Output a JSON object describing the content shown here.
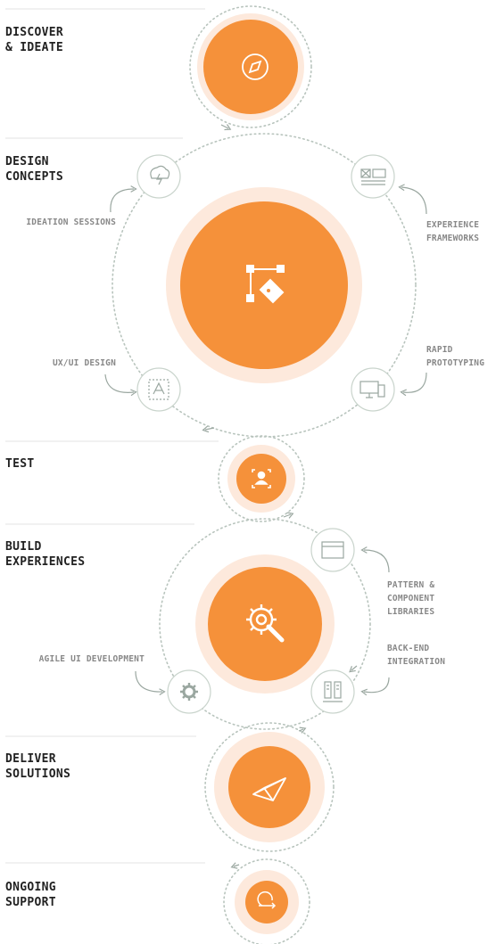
{
  "colors": {
    "accent": "#f5913a",
    "halo": "#fde7d8",
    "ring": "#c9d4cc",
    "icon_stroke": "#9aa7a0",
    "text": "#222222",
    "muted": "#888888"
  },
  "stages": [
    {
      "title": "DISCOVER\n& IDEATE",
      "icon": "compass-icon"
    },
    {
      "title": "DESIGN\nCONCEPTS",
      "icon": "pen-tool-icon"
    },
    {
      "title": "TEST",
      "icon": "user-focus-icon"
    },
    {
      "title": "BUILD\nEXPERIENCES",
      "icon": "gear-wrench-icon"
    },
    {
      "title": "DELIVER\nSOLUTIONS",
      "icon": "paper-plane-icon"
    },
    {
      "title": "ONGOING\nSUPPORT",
      "icon": "loop-arrow-icon"
    }
  ],
  "design_steps": [
    {
      "label": "IDEATION SESSIONS",
      "icon": "brain-bolt-icon"
    },
    {
      "label": "EXPERIENCE\nFRAMEWORKS",
      "icon": "wireframe-icon"
    },
    {
      "label": "UX/UI DESIGN",
      "icon": "artboard-icon"
    },
    {
      "label": "RAPID\nPROTOTYPING",
      "icon": "devices-icon"
    }
  ],
  "build_steps": [
    {
      "label": "PATTERN &\nCOMPONENT\nLIBRARIES",
      "icon": "browser-window-icon"
    },
    {
      "label": "BACK-END\nINTEGRATION",
      "icon": "server-icon"
    },
    {
      "label": "AGILE UI DEVELOPMENT",
      "icon": "cog-icon"
    }
  ]
}
